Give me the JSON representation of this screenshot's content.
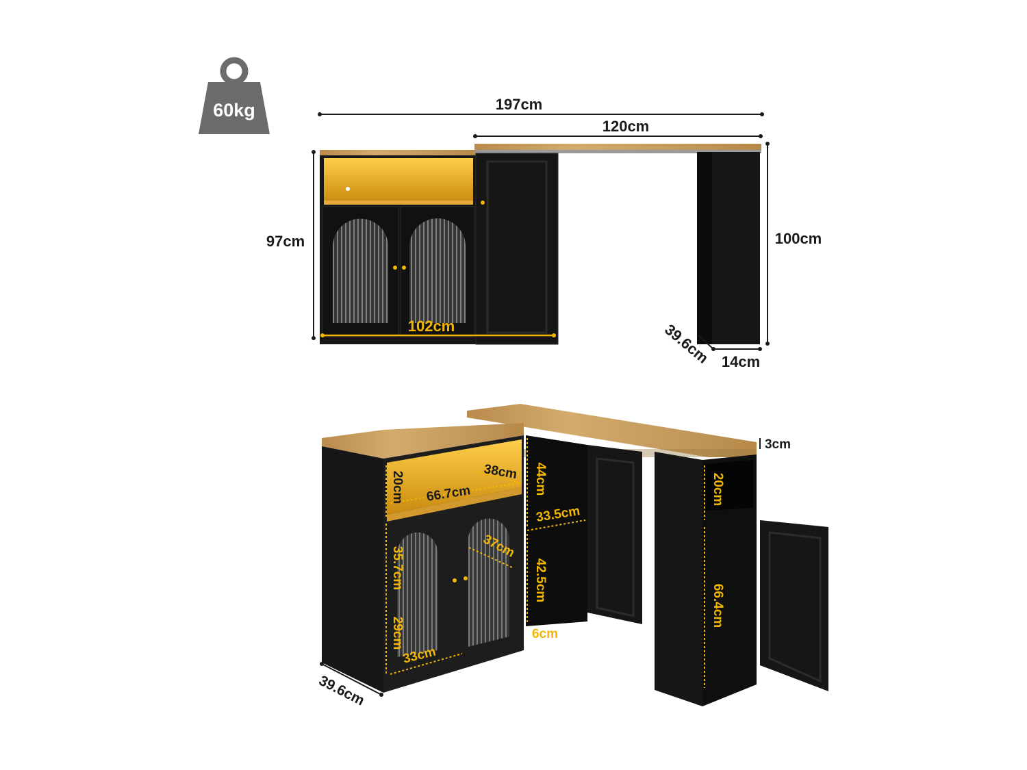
{
  "weight": {
    "icon": "weight-icon",
    "label": "60kg"
  },
  "colors": {
    "accent": "#f2b705",
    "cabinet": "#161616",
    "wood": "#c9a060",
    "text": "#1a1a1a",
    "icon": "#6b6b6b"
  },
  "front_view": {
    "total_width": "197cm",
    "desk_width": "120cm",
    "cabinet_height": "97cm",
    "desk_height": "100cm",
    "cabinet_width": "102cm",
    "side_depth": "39.6cm",
    "side_width": "14cm"
  },
  "perspective_view": {
    "top_thickness": "3cm",
    "open_shelf_height": "20cm",
    "open_shelf_depth": "38cm",
    "open_shelf_width": "66.7cm",
    "door_top_compartment": "44cm",
    "door_shelf_depth": "33.5cm",
    "door_bottom_compartment": "42.5cm",
    "base_height": "6cm",
    "glass_upper": "35.7cm",
    "glass_lower": "29cm",
    "glass_width": "33cm",
    "glass_shelf_depth": "37cm",
    "cabinet_depth": "39.6cm",
    "side_top_compartment": "20cm",
    "side_bottom_compartment": "66.4cm"
  }
}
